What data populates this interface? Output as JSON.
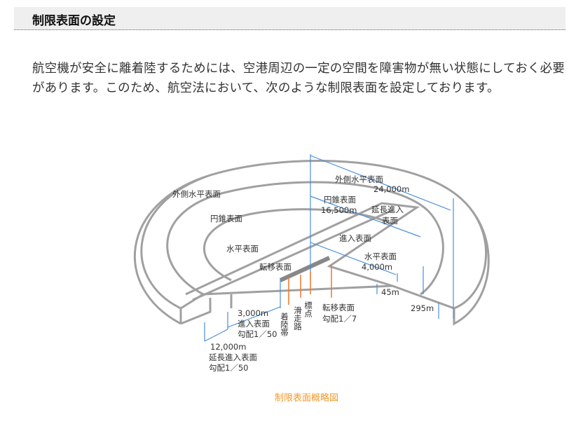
{
  "header": {
    "title": "制限表面の設定"
  },
  "intro": {
    "text": "航空機が安全に離着陸するためには、空港周辺の一定の空間を障害物が無い状態にしておく必要があります。このため、航空法において、次のような制限表面を設定しております。"
  },
  "diagram": {
    "labels": {
      "outer_horizontal": "外側水平表面",
      "conical": "円錐表面",
      "horizontal": "水平表面",
      "transitional": "転移表面",
      "outer_horizontal_r": "外側水平表面",
      "outer_horizontal_dist": "24,000m",
      "conical_r": "円錐表面",
      "conical_dist": "16,500m",
      "extended_approach_1": "延長進入",
      "extended_approach_2": "表面",
      "approach": "進入表面",
      "horizontal_r": "水平表面",
      "horizontal_dist": "4,000m",
      "height_45": "45m",
      "height_295": "295m",
      "strip": "着陸帯",
      "runway": "滑走路",
      "datum": "標点",
      "transitional_b": "転移表面",
      "transitional_slope": "勾配1／7",
      "approach_dist": "3,000m",
      "approach_b": "進入表面",
      "approach_slope": "勾配1／50",
      "ext_dist": "12,000m",
      "ext_b": "延長進入表面",
      "ext_slope": "勾配1／50"
    },
    "colors": {
      "line": "#a0a0a0",
      "dim": "#4a90d9",
      "arrow": "#f0782a"
    }
  },
  "caption": "制限表面概略図"
}
